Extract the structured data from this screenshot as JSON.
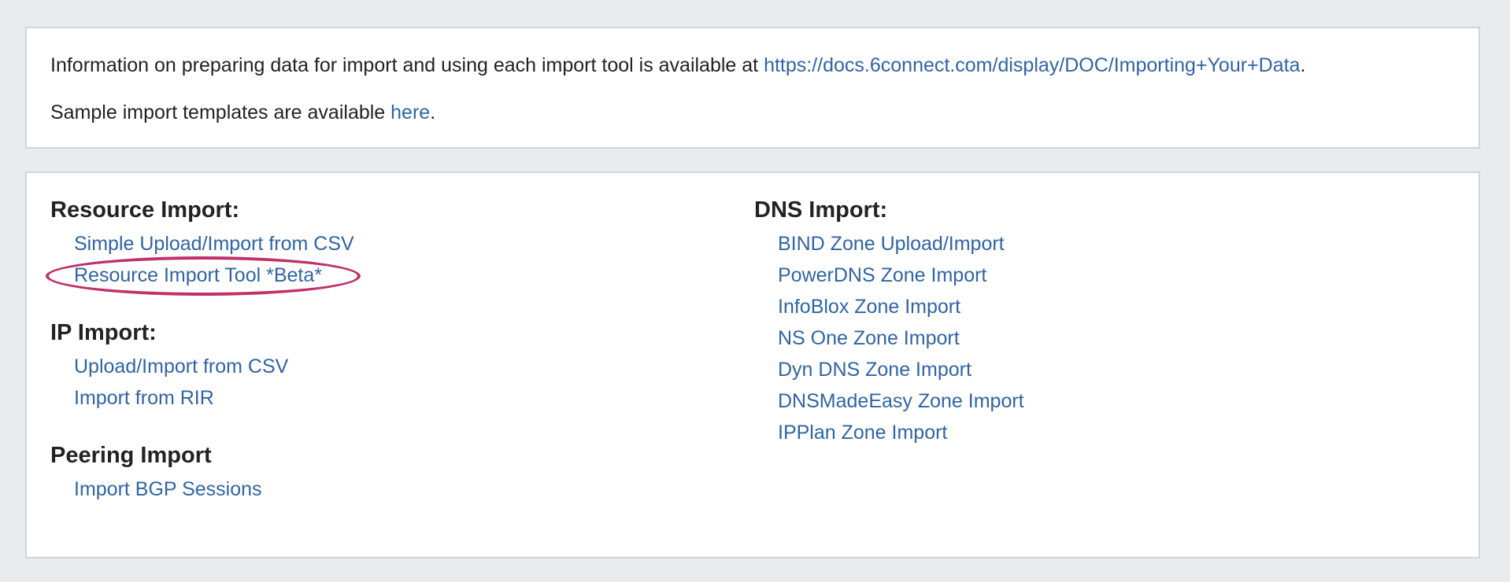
{
  "info": {
    "line1_prefix": "Information on preparing data for import and using each import tool is available at ",
    "line1_link": "https://docs.6connect.com/display/DOC/Importing+Your+Data",
    "line1_suffix": ".",
    "line2_prefix": "Sample import templates are available ",
    "line2_link": "here",
    "line2_suffix": "."
  },
  "resource_import": {
    "title": "Resource Import:",
    "items": [
      "Simple Upload/Import from CSV",
      "Resource Import Tool *Beta*"
    ]
  },
  "ip_import": {
    "title": "IP Import:",
    "items": [
      "Upload/Import from CSV",
      "Import from RIR"
    ]
  },
  "peering_import": {
    "title": "Peering Import",
    "items": [
      "Import BGP Sessions"
    ]
  },
  "dns_import": {
    "title": "DNS Import:",
    "items": [
      "BIND Zone Upload/Import",
      "PowerDNS Zone Import",
      "InfoBlox Zone Import",
      "NS One Zone Import",
      "Dyn DNS Zone Import",
      "DNSMadeEasy Zone Import",
      "IPPlan Zone Import"
    ]
  },
  "colors": {
    "link": "#2f64a6",
    "highlight": "#c0306a",
    "background": "#e9ecef"
  }
}
